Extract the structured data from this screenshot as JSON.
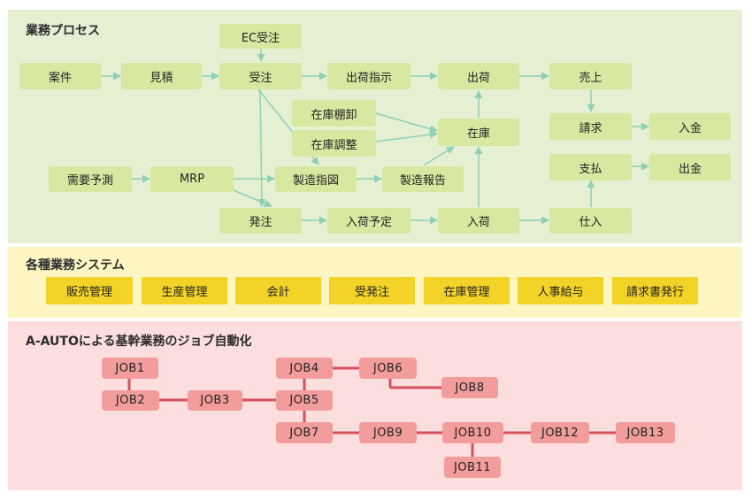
{
  "sections": {
    "process_title": "業務プロセス",
    "systems_title": "各種業務システム",
    "jobs_title": "A-AUTOによる基幹業務のジョブ自動化"
  },
  "process": {
    "ec": "EC受注",
    "anken": "案件",
    "mitsumori": "見積",
    "juchu": "受注",
    "shukka_shiji": "出荷指示",
    "shukka": "出荷",
    "uriage": "売上",
    "zaiko_tanaoroshi": "在庫棚卸",
    "zaiko_chousei": "在庫調整",
    "zaiko": "在庫",
    "seikyu": "請求",
    "nyukin": "入金",
    "juyo_yosoku": "需要予測",
    "mrp": "MRP",
    "seizo_shizu": "製造指図",
    "seizo_houkoku": "製造報告",
    "shiharai": "支払",
    "shukkin": "出金",
    "hacchu": "発注",
    "nyuka_yotei": "入荷予定",
    "nyuka": "入荷",
    "shiire": "仕入"
  },
  "systems": [
    "販売管理",
    "生産管理",
    "会計",
    "受発注",
    "在庫管理",
    "人事給与",
    "請求書発行"
  ],
  "jobs": [
    "JOB1",
    "JOB2",
    "JOB3",
    "JOB4",
    "JOB5",
    "JOB6",
    "JOB7",
    "JOB8",
    "JOB9",
    "JOB10",
    "JOB11",
    "JOB12",
    "JOB13"
  ],
  "colors": {
    "process_bg": "#e5f0d3",
    "process_node": "#d8e8a0",
    "arrow": "#8fcfb6",
    "systems_bg": "#fdf5c2",
    "system_node": "#f3d327",
    "jobs_bg": "#fcdede",
    "job_node": "#f29c9c",
    "job_line": "#d6505c"
  }
}
